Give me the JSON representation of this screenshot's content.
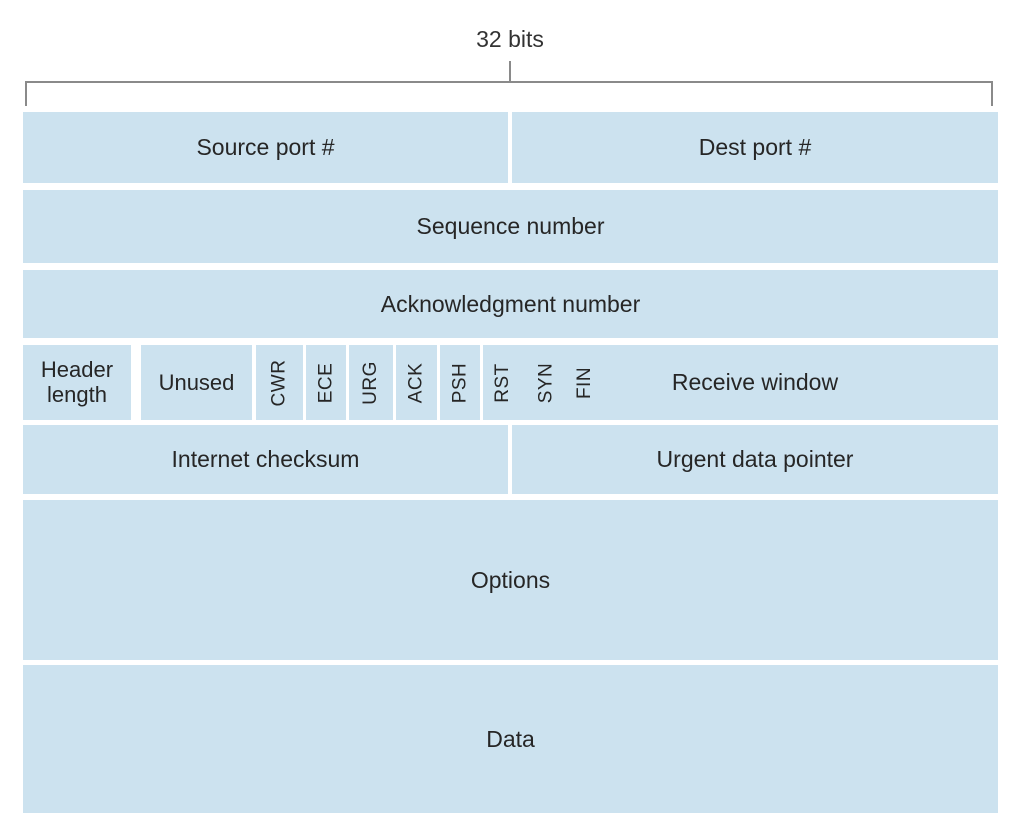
{
  "diagram": {
    "kind": "tcp-segment-structure",
    "width_label": "32 bits",
    "fields": {
      "source_port": "Source port #",
      "dest_port": "Dest port #",
      "sequence_number": "Sequence number",
      "acknowledgment_number": "Acknowledgment number",
      "header_length": "Header length",
      "unused": "Unused",
      "flags": [
        "CWR",
        "ECE",
        "URG",
        "ACK",
        "PSH",
        "RST",
        "SYN",
        "FIN"
      ],
      "receive_window": "Receive window",
      "internet_checksum": "Internet checksum",
      "urgent_data_pointer": "Urgent data pointer",
      "options": "Options",
      "data": "Data"
    },
    "colors": {
      "cell_fill": "#cce2ef",
      "text": "#262626",
      "bracket_line": "#8a8a8a",
      "background": "#ffffff"
    }
  }
}
